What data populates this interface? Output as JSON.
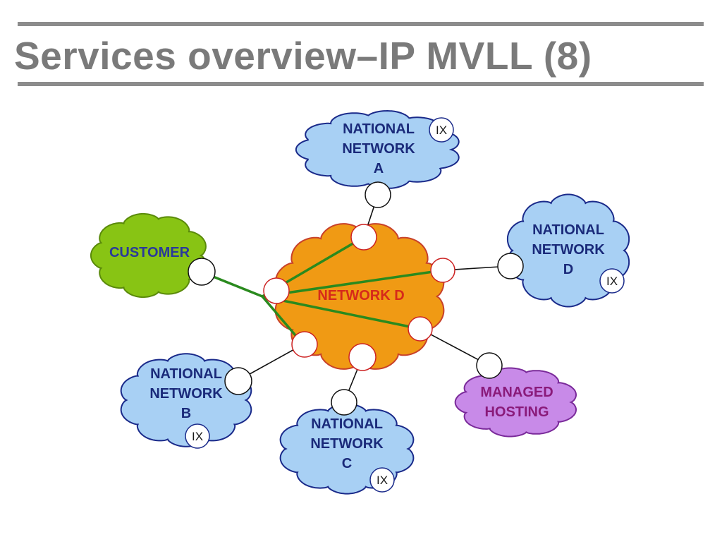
{
  "title": "Services overview–IP MVLL (8)",
  "colors": {
    "rule": "#8c8c8c",
    "title": "#7a7a7a",
    "link_green": "#2a8a1e",
    "link_black": "#111111",
    "node_border": "#cc2222"
  },
  "clouds": {
    "network_d": {
      "lines": [
        "NETWORK D"
      ],
      "fill": "#f09a14",
      "stroke": "#c8412a",
      "text_color": "#d62a1a"
    },
    "customer": {
      "lines": [
        "CUSTOMER"
      ],
      "fill": "#88c414",
      "stroke": "#5a8a0a",
      "text_color": "#2a3a9a"
    },
    "national_a": {
      "lines": [
        "NATIONAL",
        "NETWORK",
        "A"
      ],
      "fill": "#a8d0f4",
      "stroke": "#1a2a8a",
      "text_color": "#1a2a7a"
    },
    "national_d": {
      "lines": [
        "NATIONAL",
        "NETWORK",
        "D"
      ],
      "fill": "#a8d0f4",
      "stroke": "#1a2a8a",
      "text_color": "#1a2a7a"
    },
    "national_b": {
      "lines": [
        "NATIONAL",
        "NETWORK",
        "B"
      ],
      "fill": "#a8d0f4",
      "stroke": "#1a2a8a",
      "text_color": "#1a2a7a"
    },
    "national_c": {
      "lines": [
        "NATIONAL",
        "NETWORK",
        "C"
      ],
      "fill": "#a8d0f4",
      "stroke": "#1a2a8a",
      "text_color": "#1a2a7a"
    },
    "managed_hosting": {
      "lines": [
        "MANAGED",
        "HOSTING"
      ],
      "fill": "#c88ae8",
      "stroke": "#7a2a9a",
      "text_color": "#8a1a7a"
    }
  },
  "ix_badges": {
    "national_a": "IX",
    "national_d": "IX",
    "national_b": "IX",
    "national_c": "IX"
  }
}
